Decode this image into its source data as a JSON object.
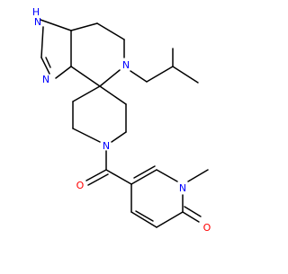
{
  "molecule": {
    "atom_labels": {
      "nh": "H",
      "n_h": "N",
      "n_imine": "N",
      "n_amine": "N",
      "n_piperidine": "N",
      "o_carbonyl": "O",
      "n_pyridone": "N",
      "o_pyridone": "O"
    },
    "colors": {
      "bond": "#000000",
      "nitrogen": "#0000ff",
      "oxygen": "#ff0000",
      "background": "#ffffff"
    }
  }
}
